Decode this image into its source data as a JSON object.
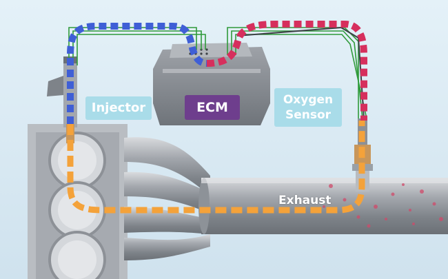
{
  "labels": {
    "injector": "Injector",
    "ecm": "ECM",
    "oxygen_line1": "Oxygen",
    "oxygen_line2": "Sensor",
    "exhaust": "Exhaust"
  },
  "colors": {
    "background": "#dfeef6",
    "fuel_path": "#f4a23a",
    "signal_in": "#3f5fd6",
    "signal_out": "#d62f5d",
    "wire_green": "#2f9a3a",
    "label_blue": "#a9dce9",
    "label_purple": "#6e3e8d"
  }
}
